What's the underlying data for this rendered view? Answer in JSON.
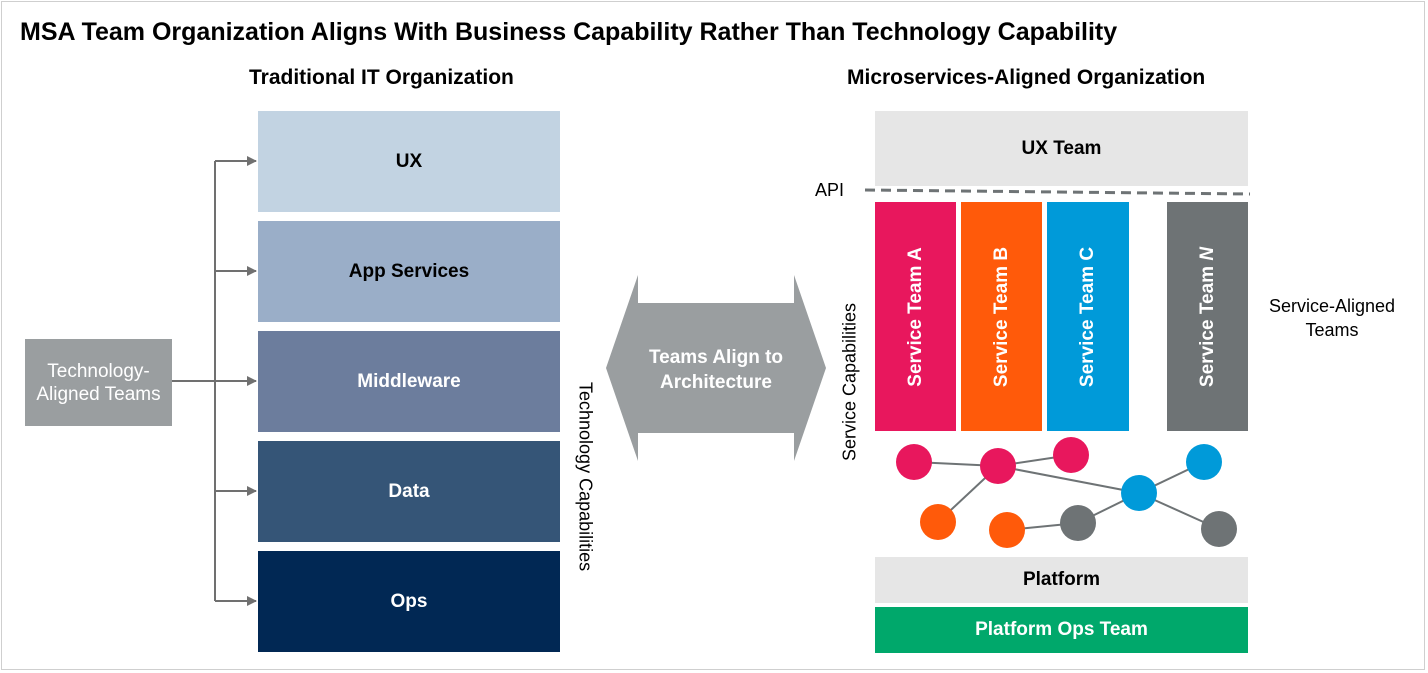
{
  "title": "MSA Team Organization Aligns With Business Capability Rather Than Technology Capability",
  "left": {
    "heading": "Traditional IT Organization",
    "teams_box": "Technology-Aligned Teams",
    "layers": [
      {
        "label": "UX",
        "color": "#c2d3e2",
        "text_color": "#000000"
      },
      {
        "label": "App Services",
        "color": "#9aaec8",
        "text_color": "#000000"
      },
      {
        "label": "Middleware",
        "color": "#6c7d9d",
        "text_color": "#ffffff"
      },
      {
        "label": "Data",
        "color": "#355577",
        "text_color": "#ffffff"
      },
      {
        "label": "Ops",
        "color": "#012854",
        "text_color": "#ffffff"
      }
    ],
    "side_label": "Technology Capabilities"
  },
  "center": {
    "arrow_label": "Teams Align to Architecture",
    "arrow_color": "#9a9ea0"
  },
  "right": {
    "heading": "Microservices-Aligned Organization",
    "ux_team": "UX Team",
    "api_label": "API",
    "side_label": "Service Capabilities",
    "service_teams": [
      {
        "label": "Service Team A",
        "color": "#e8175d"
      },
      {
        "label": "Service Team B",
        "color": "#ff5a0a"
      },
      {
        "label": "Service Team C",
        "color": "#009ad9"
      },
      {
        "label": "Service Team N",
        "color": "#6e7375"
      }
    ],
    "service_aligned": "Service-Aligned Teams",
    "platform": "Platform",
    "platform_ops": "Platform Ops Team",
    "platform_ops_color": "#00a86b"
  }
}
